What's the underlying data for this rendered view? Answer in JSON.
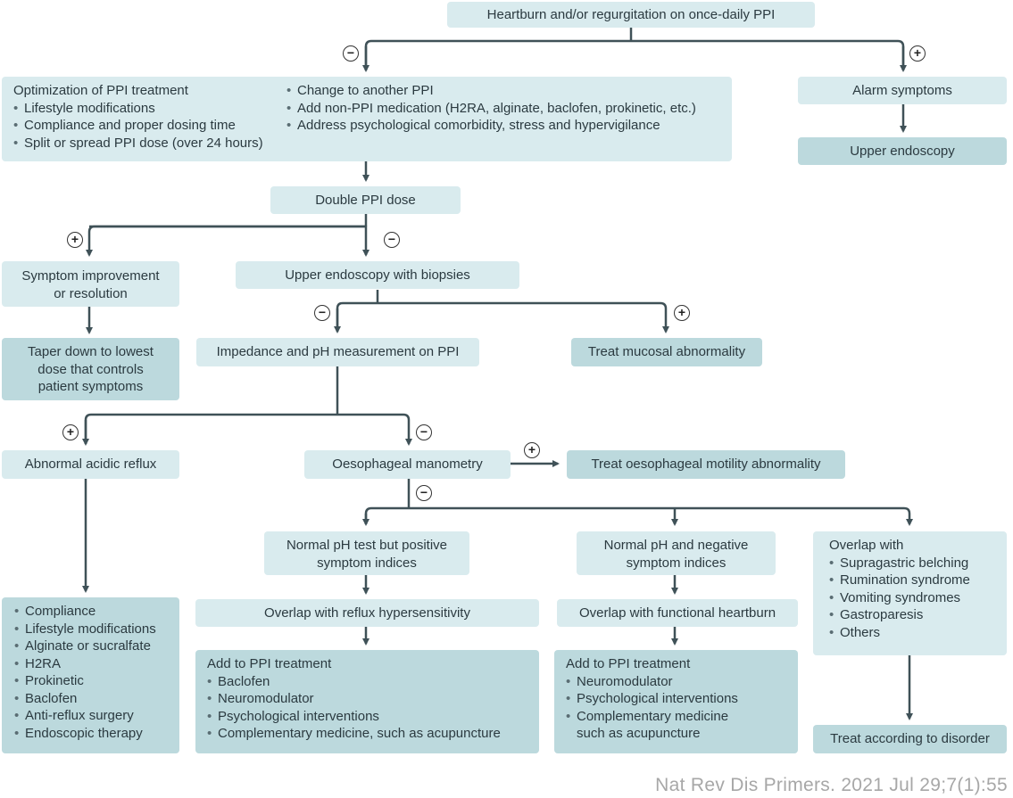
{
  "signs": {
    "pos": "+",
    "neg": "−"
  },
  "nodes": {
    "start": "Heartburn and/or regurgitation on once-daily PPI",
    "optimization": {
      "title": "Optimization of PPI treatment",
      "left": [
        "Lifestyle modifications",
        "Compliance and proper dosing time",
        "Split or spread PPI dose (over 24 hours)"
      ],
      "right": [
        "Change to another PPI",
        "Add non-PPI medication (H2RA, alginate, baclofen, prokinetic, etc.)",
        "Address psychological comorbidity, stress and hypervigilance"
      ]
    },
    "alarm_symptoms": "Alarm symptoms",
    "upper_endoscopy": "Upper endoscopy",
    "double_ppi": "Double PPI dose",
    "symptom_improvement": [
      "Symptom improvement",
      "or resolution"
    ],
    "endoscopy_biopsies": "Upper endoscopy with biopsies",
    "taper_down": [
      "Taper down to lowest",
      "dose that controls",
      "patient symptoms"
    ],
    "impedance_ph": "Impedance and pH measurement on PPI",
    "treat_mucosal": "Treat mucosal abnormality",
    "abnormal_reflux": "Abnormal acidic reflux",
    "manometry": "Oesophageal manometry",
    "treat_motility": "Treat oesophageal motility abnormality",
    "normal_ph_positive": [
      "Normal pH test but positive",
      "symptom indices"
    ],
    "normal_ph_negative": [
      "Normal pH and negative",
      "symptom indices"
    ],
    "overlap_with": {
      "title": "Overlap with",
      "items": [
        "Supragastric belching",
        "Rumination syndrome",
        "Vomiting syndromes",
        "Gastroparesis",
        "Others"
      ]
    },
    "reflux_treatment": [
      "Compliance",
      "Lifestyle modifications",
      "Alginate or sucralfate",
      "H2RA",
      "Prokinetic",
      "Baclofen",
      "Anti-reflux surgery",
      "Endoscopic therapy"
    ],
    "reflux_hypersensitivity": "Overlap with reflux hypersensitivity",
    "functional_heartburn": "Overlap with functional heartburn",
    "hypersensitivity_treatment": {
      "title": "Add to PPI treatment",
      "items": [
        "Baclofen",
        "Neuromodulator",
        "Psychological interventions",
        "Complementary medicine, such as acupuncture"
      ]
    },
    "functional_treatment": {
      "title": "Add to PPI treatment",
      "items": [
        "Neuromodulator",
        "Psychological interventions",
        "Complementary medicine",
        "such as acupuncture"
      ]
    },
    "treat_disorder": "Treat according to disorder"
  },
  "citation": "Nat Rev Dis Primers. 2021 Jul 29;7(1):55"
}
